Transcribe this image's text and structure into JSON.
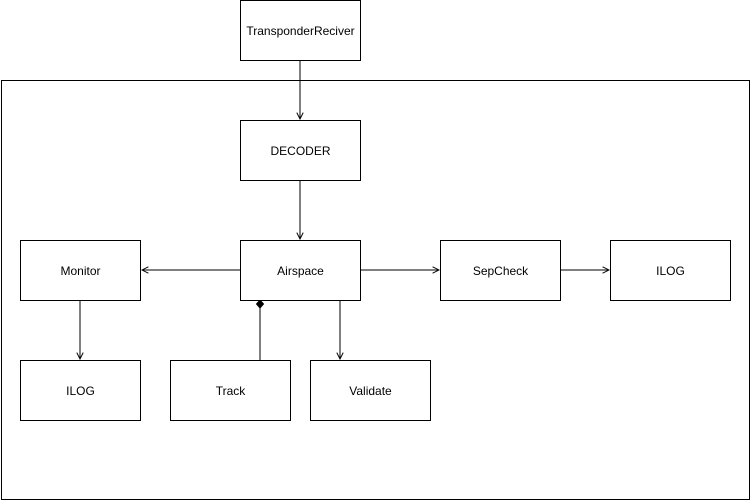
{
  "diagram": {
    "nodes": {
      "transponder": "TransponderReciver",
      "decoder": "DECODER",
      "airspace": "Airspace",
      "monitor": "Monitor",
      "sepcheck": "SepCheck",
      "ilog_right": "ILOG",
      "ilog_left": "ILOG",
      "track": "Track",
      "validate": "Validate"
    },
    "edges": [
      {
        "from": "transponder",
        "to": "decoder",
        "type": "arrow"
      },
      {
        "from": "decoder",
        "to": "airspace",
        "type": "arrow"
      },
      {
        "from": "airspace",
        "to": "monitor",
        "type": "arrow"
      },
      {
        "from": "airspace",
        "to": "sepcheck",
        "type": "arrow"
      },
      {
        "from": "sepcheck",
        "to": "ilog_right",
        "type": "arrow"
      },
      {
        "from": "monitor",
        "to": "ilog_left",
        "type": "arrow"
      },
      {
        "from": "airspace",
        "to": "track",
        "type": "composition"
      },
      {
        "from": "airspace",
        "to": "validate",
        "type": "arrow"
      }
    ]
  }
}
